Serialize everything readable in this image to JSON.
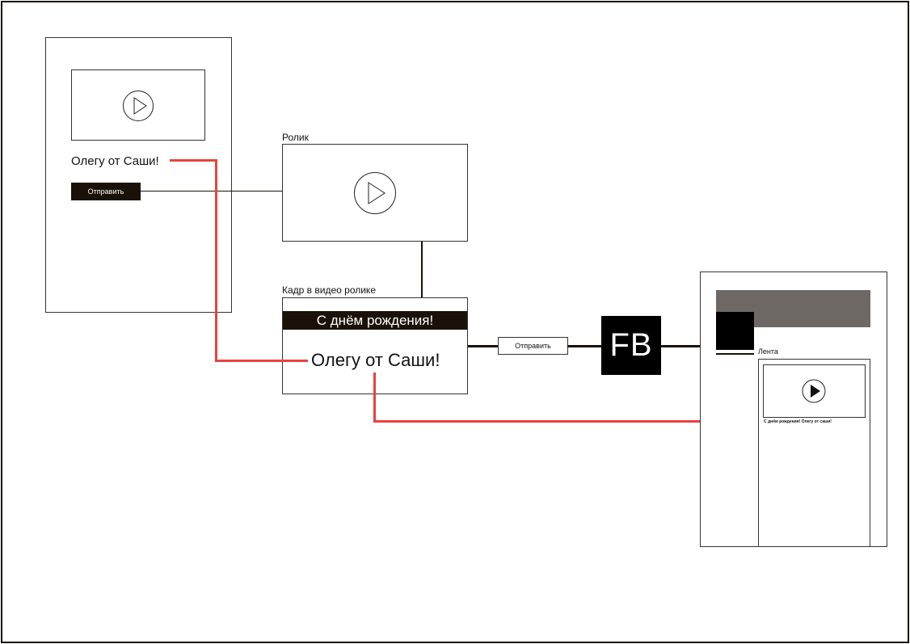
{
  "phone": {
    "greeting": "Олегу от Саши!",
    "send_button": "Отправить"
  },
  "clip": {
    "label": "Ролик"
  },
  "frame": {
    "label": "Кадр в видео ролике",
    "banner": "С днём рождения!",
    "greeting": "Олегу от Саши!"
  },
  "connector": {
    "send_button": "Отправить",
    "fb_label": "FB"
  },
  "feed": {
    "label": "Лента",
    "post_caption": "С днём рождения! Олегу от саши!"
  },
  "colors": {
    "dark": "#1a1208",
    "link_red": "#e8433f",
    "cover_gray": "#6e6865"
  },
  "icons": [
    "play-icon",
    "play-filled-icon"
  ]
}
